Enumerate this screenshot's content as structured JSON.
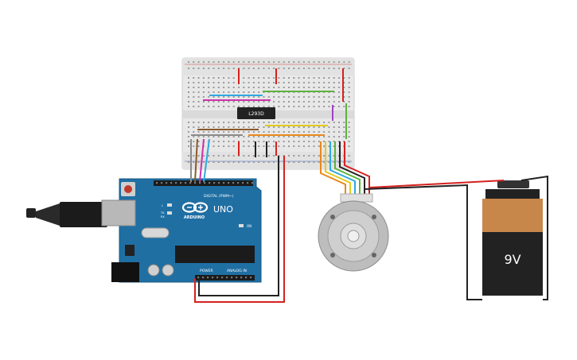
{
  "breadboard": {
    "chip_label": "L293D"
  },
  "arduino": {
    "brand": "ARDUINO",
    "model": "UNO",
    "header_digital": "DIGITAL (PWM~)",
    "header_power": "POWER",
    "header_analog": "ANALOG IN",
    "on_label": "ON",
    "tx_label": "TX",
    "rx_label": "RX",
    "l_label": "L"
  },
  "battery": {
    "label": "9V"
  },
  "colors": {
    "arduino_board": "#1f6fa3",
    "breadboard": "#e9e9e9",
    "battery_top": "#c8874a",
    "battery_body": "#222222",
    "wire_red": "#d6211f",
    "wire_black": "#222222",
    "wire_orange": "#e8891c",
    "wire_yellow": "#e2cc1d",
    "wire_green": "#5db33c",
    "wire_blue": "#2fa9e0",
    "wire_purple": "#a040c8",
    "wire_magenta": "#cc33aa",
    "wire_brown": "#8a5a2b",
    "wire_gray": "#8a8a8a"
  }
}
